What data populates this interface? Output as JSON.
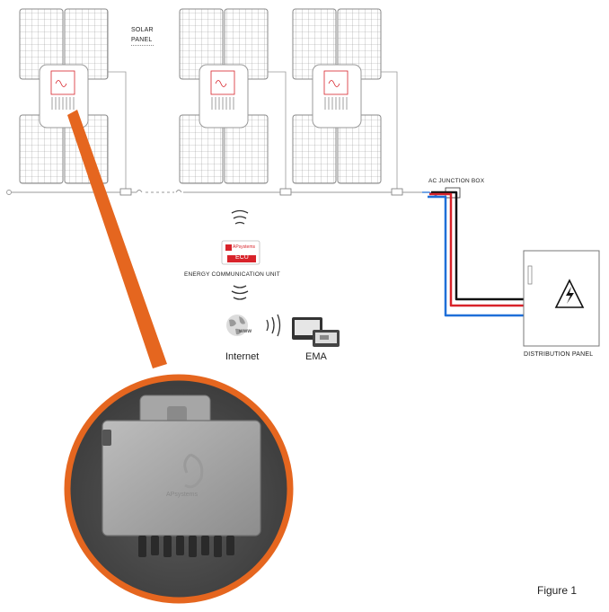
{
  "labels": {
    "solar_panel": "SOLAR\nPANEL",
    "ac_junction_box": "AC JUNCTION BOX",
    "ecu_badge_brand": "APsystems",
    "ecu_badge_text": "ECU",
    "energy_communication_unit": "ENERGY COMMUNICATION UNIT",
    "internet": "Internet",
    "www": "www",
    "ema": "EMA",
    "distribution_panel": "DISTRIBUTION PANEL",
    "figure": "Figure 1",
    "microinverter_brand": "APsystems"
  },
  "colors": {
    "highlight_orange": "#e5661f",
    "cable_black": "#111111",
    "cable_red": "#d8232a",
    "cable_blue": "#1f6fd8",
    "ecu_red": "#d8232a",
    "panel_grid": "#888888"
  },
  "icons": {
    "microinverter": "microinverter-icon",
    "wireless": "wireless-signal-icon",
    "globe": "globe-icon",
    "monitor": "monitor-icon",
    "lightning": "lightning-icon"
  }
}
